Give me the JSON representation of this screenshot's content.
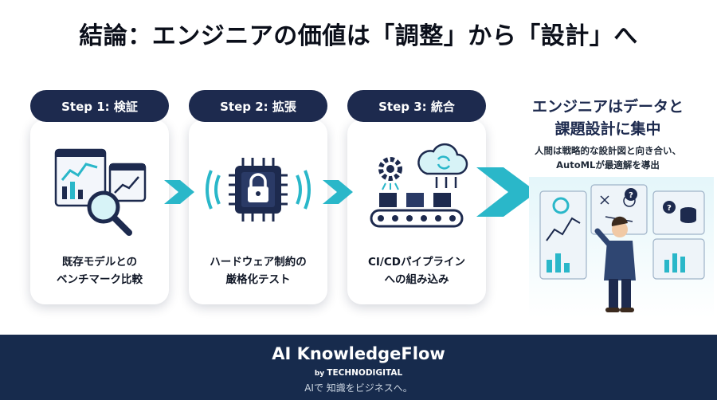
{
  "title": "結論：エンジニアの価値は「調整」から「設計」へ",
  "steps": [
    {
      "label": "Step 1: 検証",
      "text_lines": [
        "既存モデルとの",
        "ベンチマーク比較"
      ]
    },
    {
      "label": "Step 2: 拡張",
      "text_lines": [
        "ハードウェア制約の",
        "厳格化テスト"
      ]
    },
    {
      "label": "Step 3: 統合",
      "text_lines": [
        "CI/CDパイプライン",
        "への組み込み"
      ]
    }
  ],
  "conclusion": {
    "title_lines": [
      "エンジニアはデータと",
      "課題設計に集中"
    ],
    "sub_lines": [
      "人間は戦略的な設計図と向き合い、",
      "AutoMLが最適解を導出"
    ]
  },
  "footer": {
    "brand": "AI KnowledgeFlow",
    "by": "by",
    "company": "TECHNODIGITAL",
    "tagline": "AIで 知識をビジネスへ。"
  },
  "colors": {
    "navy": "#1d2a4e",
    "teal": "#2ab7c9",
    "footer": "#172b4d"
  },
  "icons": [
    "magnifier-chart-icon",
    "chip-lock-icon",
    "pipeline-cloud-icon",
    "engineer-dashboard-illustration",
    "arrow-right-icon"
  ]
}
